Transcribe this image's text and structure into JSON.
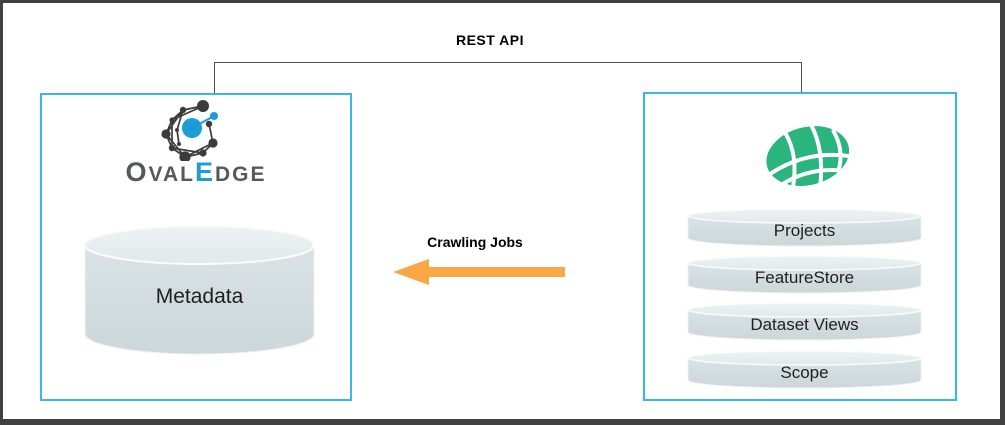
{
  "connector": {
    "label": "REST API"
  },
  "arrow": {
    "label": "Crawling Jobs",
    "direction": "left"
  },
  "left_box": {
    "logo_icon": "ovaledge-network-logo-icon",
    "wordmark": {
      "p1": "O",
      "p2": "VAL",
      "p3": "E",
      "p4": "DGE"
    },
    "cylinder_label": "Metadata"
  },
  "right_box": {
    "logo_icon": "hopsworks-hop-logo-icon",
    "cylinders": [
      "Projects",
      "FeatureStore",
      "Dataset Views",
      "Scope"
    ]
  },
  "colors": {
    "frame_border": "#414141",
    "box_border": "#3ab7ea",
    "connector_line": "#4d4d4d",
    "arrow_orange": "#f9a644",
    "logo_blue": "#1d9cd8",
    "logo_green": "#2ab47e",
    "cylinder_body": "#d2dcdf",
    "cylinder_top": "#e9eef0",
    "wordmark_gray": "#57585a",
    "text_dark": "#1f1f1f"
  }
}
